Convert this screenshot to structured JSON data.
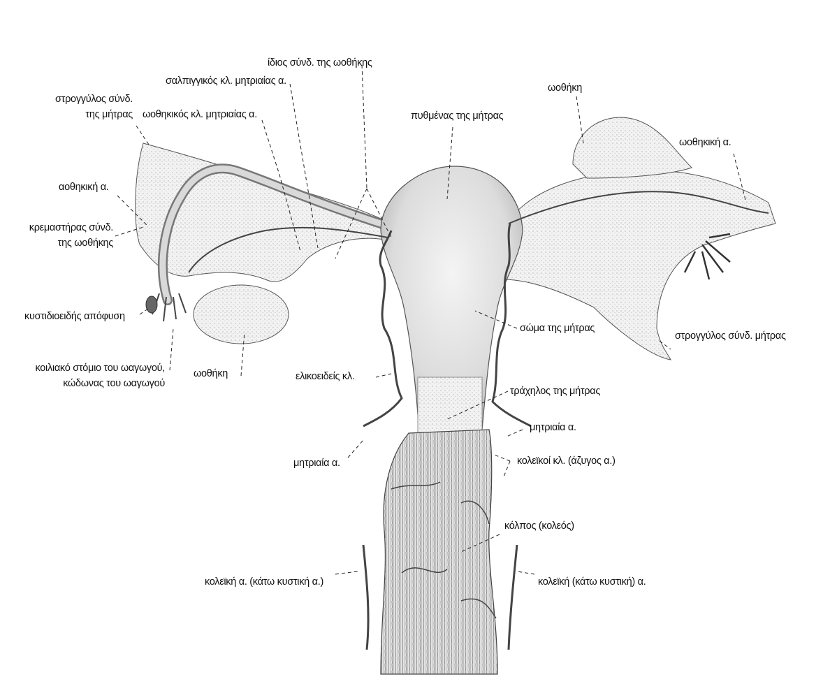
{
  "diagram": {
    "labels": {
      "idios_syndesmos": "ίδιος σύνδ. της ωοθήκης",
      "salpiggikos": "σαλπιγγικός κλ. μητριαίας α.",
      "strog_syndesmos_left_1": "στρογγύλος σύνδ.",
      "strog_syndesmos_left_2": "της μήτρας",
      "oothikikos_kladios": "ωοθηκικός κλ. μητριαίας α.",
      "pythmenas": "πυθμένας της μήτρας",
      "oothiki_top": "ωοθήκη",
      "oothiki_arteria_right": "ωοθηκική α.",
      "oothiki_arteria_left": "αοθηκική α.",
      "kremastiras_1": "κρεμαστήρας σύνδ.",
      "kremastiras_2": "της ωοθήκης",
      "kystidioeidis": "κυστιδιοειδής απόφυση",
      "koiliako_1": "κοιλιακό στόμιο του ωαγωγού,",
      "koiliako_2": "κώδωνας του ωαγωγού",
      "oothiki_bottom": "ωοθήκη",
      "soma": "σώμα της μήτρας",
      "strog_syndesmos_right": "στρογγύλος σύνδ. μήτρας",
      "elikoeideis": "ελικοειδείς κλ.",
      "trachilos": "τράχηλος της μήτρας",
      "mitriaia_right": "μητριαία α.",
      "mitriaia_left": "μητριαία α.",
      "koleikoi": "κολεϊκοί κλ. (άζυγος α.)",
      "kolpos": "κόλπος (κολεός)",
      "koleiki_left": "κολεϊκή α. (κάτω κυστική α.)",
      "koleiki_right": "κολεϊκή (κάτω κυστική) α."
    }
  }
}
